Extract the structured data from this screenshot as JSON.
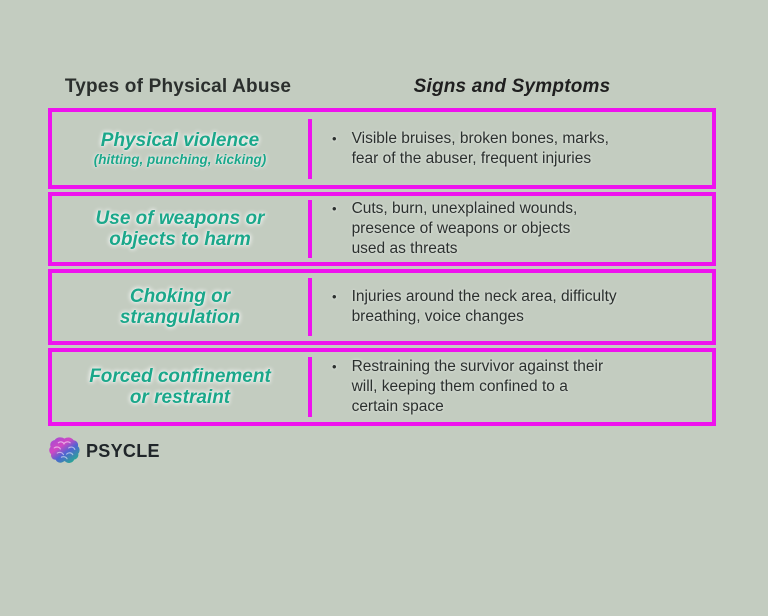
{
  "header": {
    "left": "Types of Physical Abuse",
    "right": "Signs and Symptoms"
  },
  "table": {
    "bullet": "•",
    "rows": [
      {
        "type": "Physical violence",
        "type_sub": "(hitting, punching, kicking)",
        "symptoms": "Visible bruises, broken bones, marks,\nfear of the abuser, frequent injuries"
      },
      {
        "type": "Use of weapons or\nobjects to harm",
        "type_sub": "",
        "symptoms": "Cuts, burn, unexplained wounds,\npresence of weapons or objects\nused as threats"
      },
      {
        "type": "Choking or\nstrangulation",
        "type_sub": "",
        "symptoms": "Injuries around the neck area, difficulty\nbreathing, voice changes"
      },
      {
        "type": "Forced confinement\nor restraint",
        "type_sub": "",
        "symptoms": "Restraining the survivor against their\nwill, keeping them confined to a\ncertain space"
      }
    ]
  },
  "logo": {
    "text": "PSYCLE",
    "icon": "brain-icon"
  },
  "colors": {
    "background": "#c3ccc0",
    "border_magenta": "#ee12ee",
    "heading_teal": "#1ba78a",
    "text_dark": "#2b302e",
    "logo_gradient": [
      "#9a4ed6",
      "#d247c3",
      "#4f64d2",
      "#22b38a"
    ]
  }
}
